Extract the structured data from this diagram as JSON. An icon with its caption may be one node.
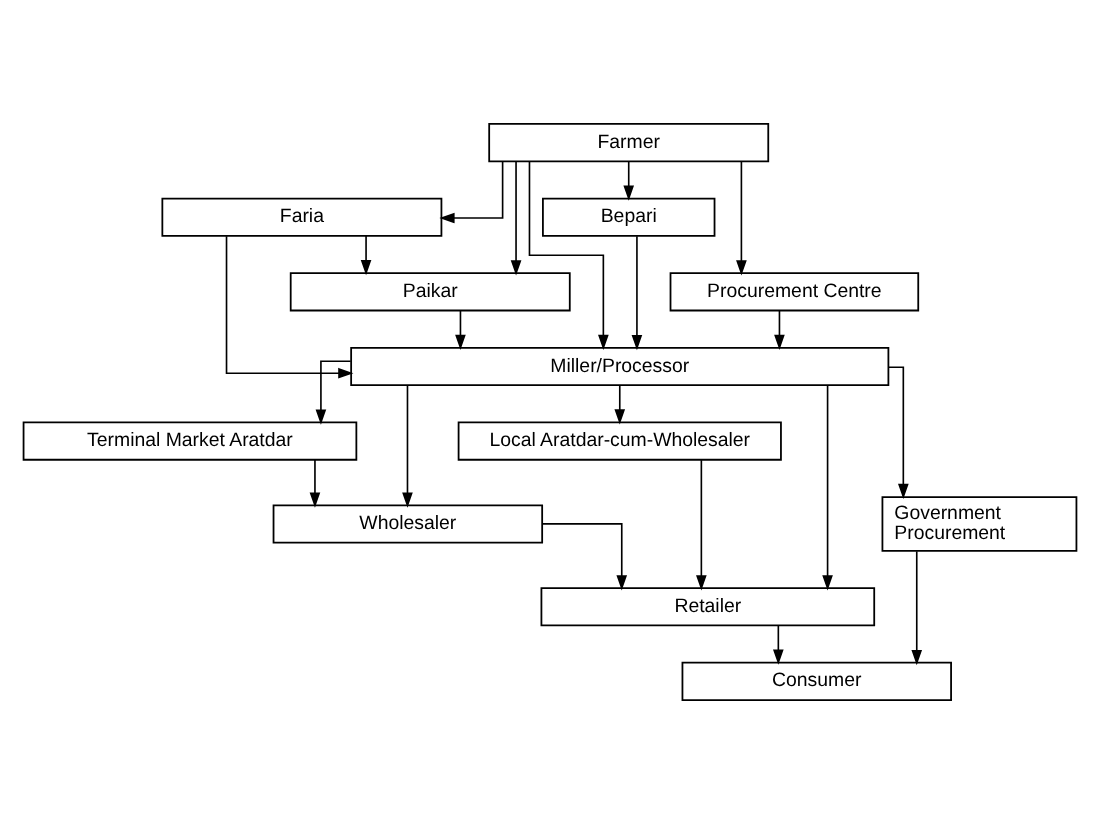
{
  "diagram": {
    "nodes": [
      {
        "text": [
          "Farmer"
        ]
      },
      {
        "text": [
          "Faria"
        ]
      },
      {
        "text": [
          "Bepari"
        ]
      },
      {
        "text": [
          "Procurement Centre"
        ]
      },
      {
        "text": [
          "Paikar"
        ]
      },
      {
        "text": [
          "Miller/Processor"
        ]
      },
      {
        "text": [
          "Local Aratdar-cum-Wholesaler"
        ]
      },
      {
        "text": [
          "Terminal Market Aratdar"
        ]
      },
      {
        "text": [
          "Government Procurement"
        ]
      },
      {
        "text": [
          "Wholesaler"
        ]
      },
      {
        "text": [
          "Retailer"
        ]
      },
      {
        "text": [
          "Consumer"
        ]
      }
    ],
    "edges": [
      {
        "from": 0,
        "to": 1,
        "arrow": "to"
      },
      {
        "from": 0,
        "to": 4,
        "arrow": "to"
      },
      {
        "from": 0,
        "to": 2,
        "arrow": "to"
      },
      {
        "from": 0,
        "to": 3,
        "arrow": "to"
      },
      {
        "from": 0,
        "to": 5,
        "arrow": "to"
      },
      {
        "from": 1,
        "to": 4,
        "arrow": "to"
      },
      {
        "from": 1,
        "to": 5,
        "arrow": "to"
      },
      {
        "from": 3,
        "to": 5,
        "arrow": "to"
      },
      {
        "from": 4,
        "to": 5,
        "arrow": "to"
      },
      {
        "from": 2,
        "to": 5,
        "arrow": "to"
      },
      {
        "from": 5,
        "to": 6,
        "arrow": "to"
      },
      {
        "from": 5,
        "to": 9,
        "arrow": "to"
      },
      {
        "from": 5,
        "to": 7,
        "arrow": "to"
      },
      {
        "from": 5,
        "to": 8,
        "arrow": "to"
      },
      {
        "from": 5,
        "to": 10,
        "arrow": "to"
      },
      {
        "from": 6,
        "to": 10,
        "arrow": "to"
      },
      {
        "from": 7,
        "to": 9,
        "arrow": "to"
      },
      {
        "from": 9,
        "to": 10,
        "arrow": "to"
      },
      {
        "from": 10,
        "to": 11,
        "arrow": "to"
      },
      {
        "from": 8,
        "to": 11,
        "arrow": "to"
      }
    ]
  }
}
